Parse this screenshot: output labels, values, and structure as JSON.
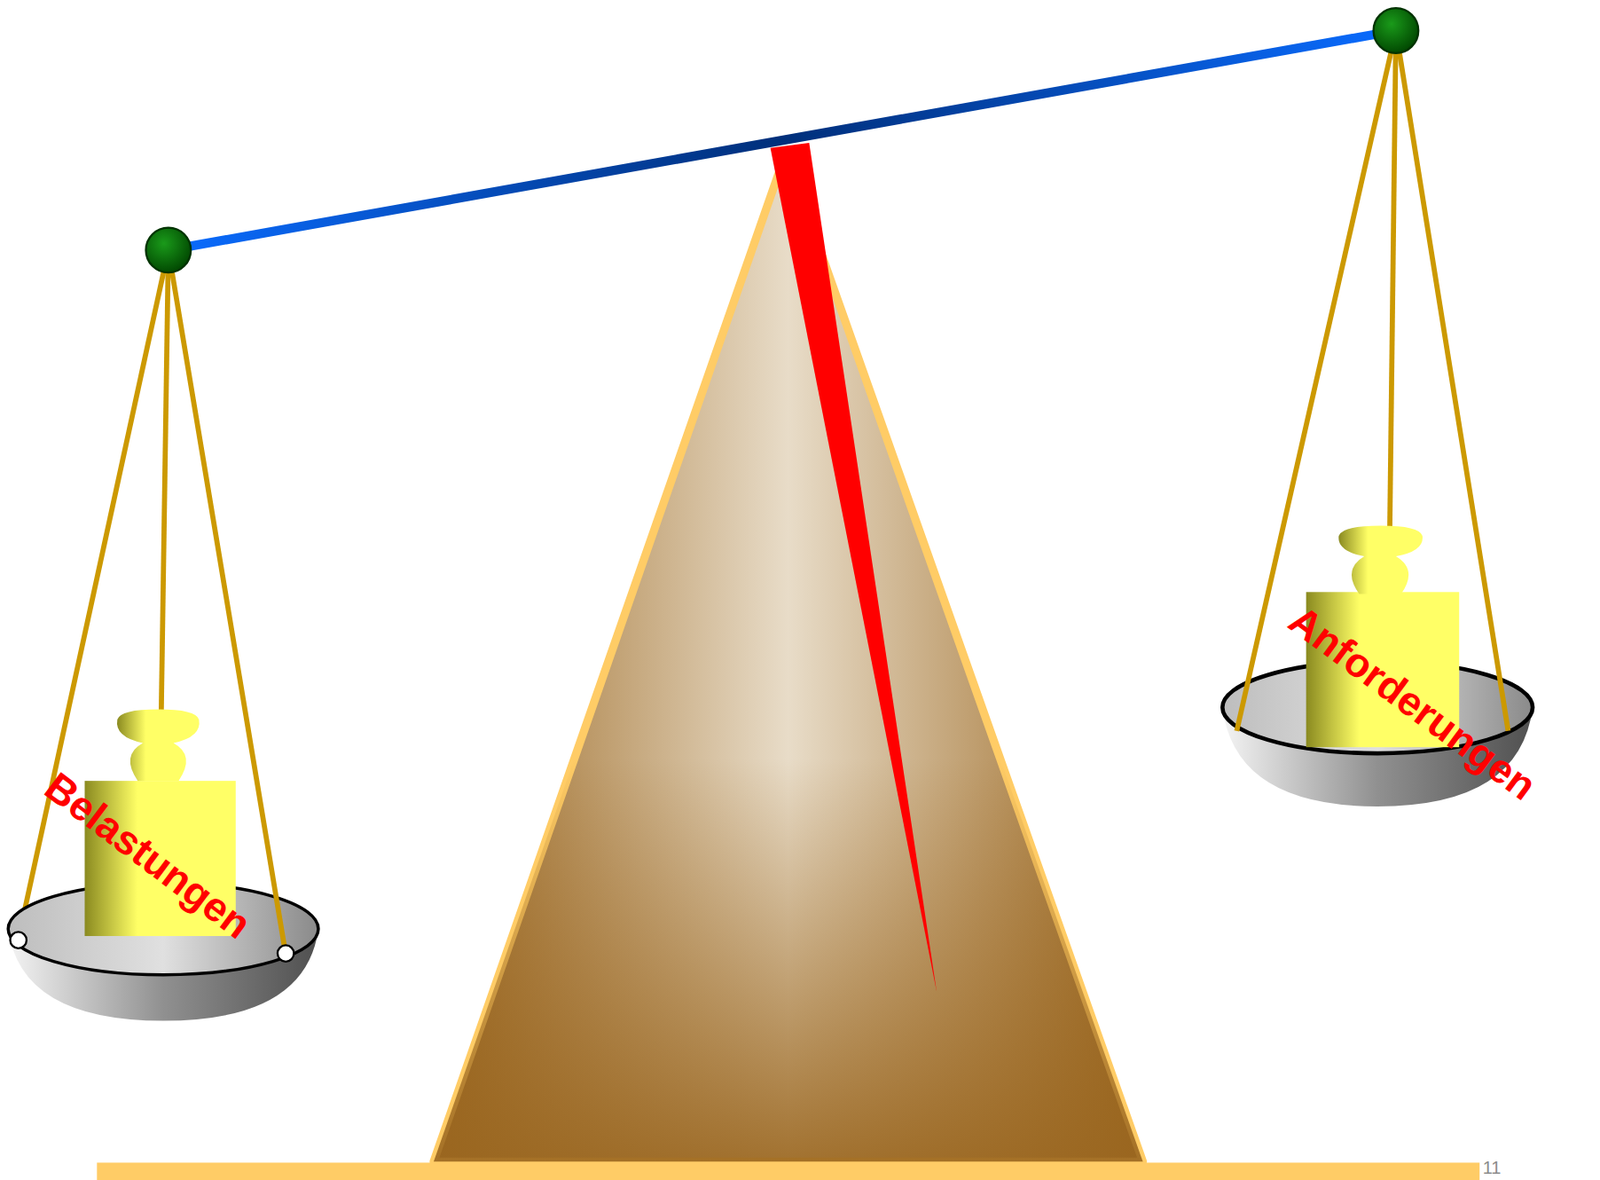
{
  "diagram": {
    "labels": [
      "Belastungen",
      "Anforderungen",
      "11"
    ]
  }
}
